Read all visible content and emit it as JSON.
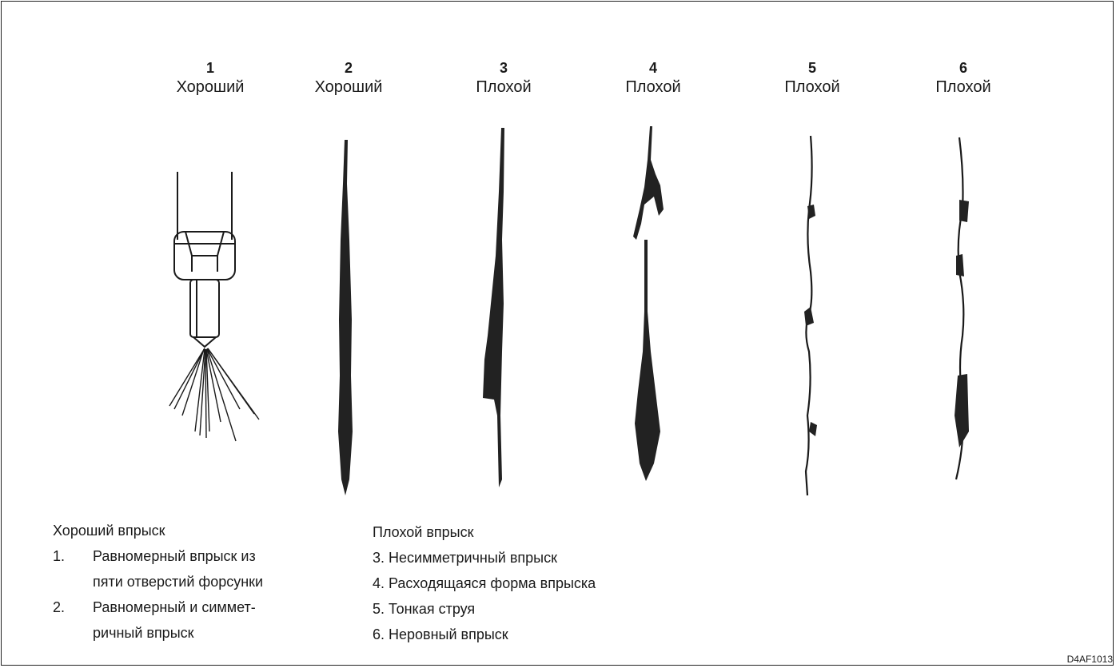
{
  "columns": [
    {
      "num": "1",
      "quality": "Хороший"
    },
    {
      "num": "2",
      "quality": "Хороший"
    },
    {
      "num": "3",
      "quality": "Плохой"
    },
    {
      "num": "4",
      "quality": "Плохой"
    },
    {
      "num": "5",
      "quality": "Плохой"
    },
    {
      "num": "6",
      "quality": "Плохой"
    }
  ],
  "good": {
    "title": "Хороший впрыск",
    "items": [
      {
        "index": "1.",
        "line1": "Равномерный впрыск из",
        "line2": "пяти отверстий форсунки"
      },
      {
        "index": "2.",
        "line1": "Равномерный и симмет-",
        "line2": "ричный впрыск"
      }
    ]
  },
  "bad": {
    "title": "Плохой впрыск",
    "items": [
      "3. Несимметричный впрыск",
      "4. Расходящаяся форма впрыска",
      "5. Тонкая струя",
      "6. Неровный впрыск"
    ]
  },
  "code": "D4AF1013"
}
